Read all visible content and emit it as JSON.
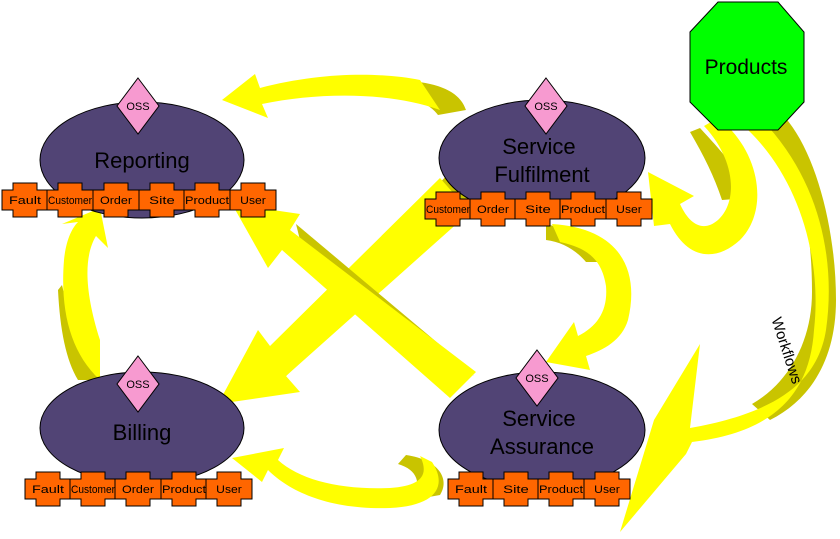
{
  "colors": {
    "node_fill": "#514475",
    "oss_fill": "#F79AD0",
    "piece_fill": "#FF6600",
    "arrow_fill": "#FFFF00",
    "arrow_shadow": "#C9C400",
    "products_fill": "#00FF00"
  },
  "diagram": {
    "products": {
      "label": "Products"
    },
    "workflows_label": "Workflows",
    "nodes": [
      {
        "id": "reporting",
        "title_lines": [
          "Reporting"
        ],
        "oss": "OSS",
        "pieces": [
          "Fault",
          "Customer",
          "Order",
          "Site",
          "Product",
          "User"
        ]
      },
      {
        "id": "fulfilment",
        "title_lines": [
          "Service",
          "Fulfilment"
        ],
        "oss": "OSS",
        "pieces": [
          "Customer",
          "Order",
          "Site",
          "Product",
          "User"
        ]
      },
      {
        "id": "billing",
        "title_lines": [
          "Billing"
        ],
        "oss": "OSS",
        "pieces": [
          "Fault",
          "Customer",
          "Order",
          "Product",
          "User"
        ]
      },
      {
        "id": "assurance",
        "title_lines": [
          "Service",
          "Assurance"
        ],
        "oss": "OSS",
        "pieces": [
          "Fault",
          "Site",
          "Product",
          "User"
        ]
      }
    ]
  }
}
